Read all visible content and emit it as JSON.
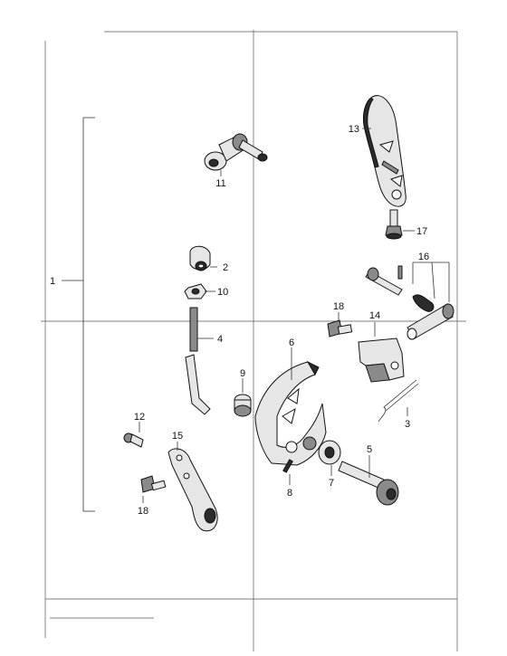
{
  "diagram": {
    "labels": {
      "p1": "1",
      "p2": "2",
      "p3": "3",
      "p4": "4",
      "p5": "5",
      "p6": "6",
      "p7": "7",
      "p8": "8",
      "p9": "9",
      "p10": "10",
      "p11": "11",
      "p12": "12",
      "p13": "13",
      "p14": "14",
      "p15": "15",
      "p16": "16",
      "p17": "17",
      "p18a": "18",
      "p18b": "18"
    }
  }
}
